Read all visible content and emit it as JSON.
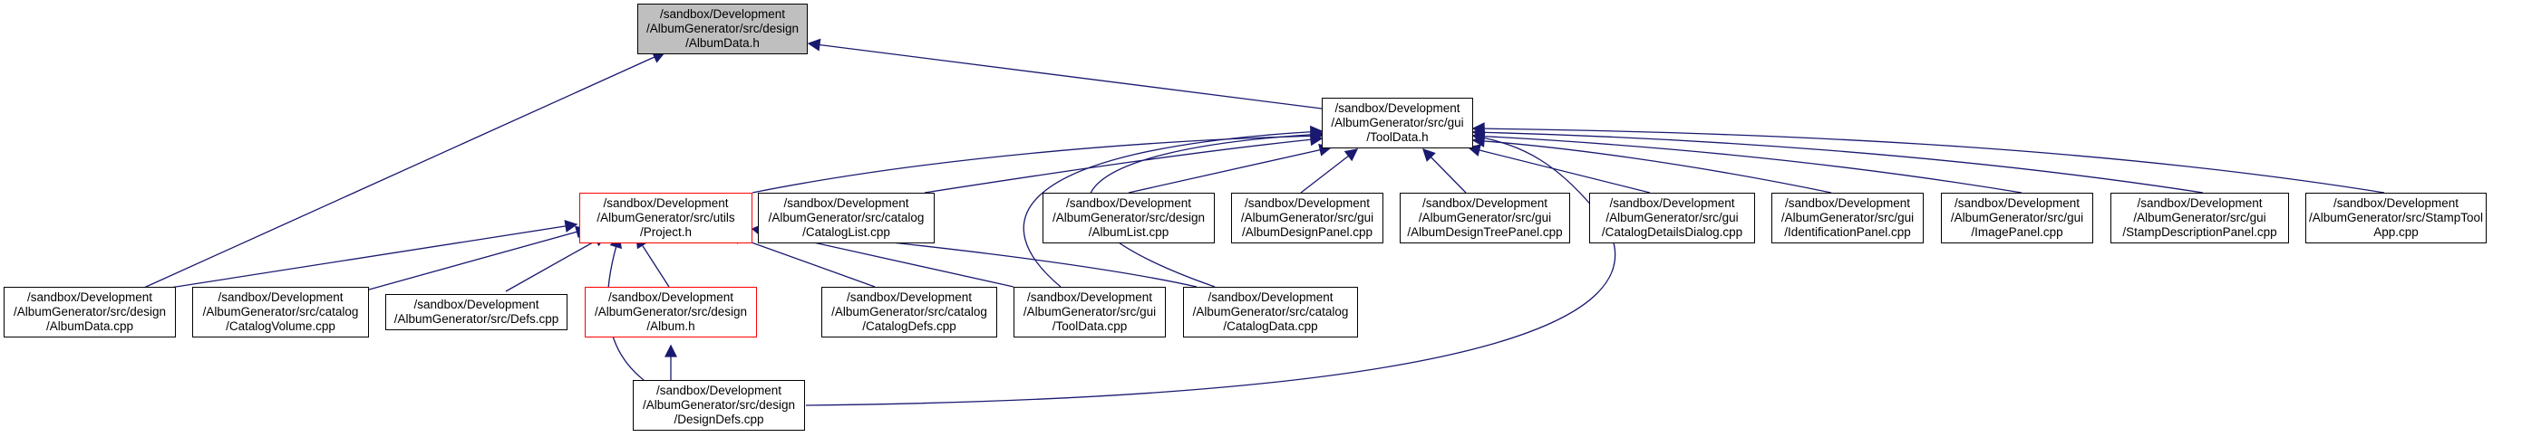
{
  "colors": {
    "edge": "#191970",
    "border": "#000000",
    "highlight_border": "#ff0000",
    "root_fill": "#bfbfbf"
  },
  "nodes": [
    {
      "id": "n-albumdata-h",
      "lines": [
        "/sandbox/Development",
        "/AlbumGenerator/src/design",
        "/AlbumData.h"
      ]
    },
    {
      "id": "n-gui-tooldata-h",
      "lines": [
        "/sandbox/Development",
        "/AlbumGenerator/src/gui",
        "/ToolData.h"
      ]
    },
    {
      "id": "n-utils-project-h",
      "lines": [
        "/sandbox/Development",
        "/AlbumGenerator/src/utils",
        "/Project.h"
      ]
    },
    {
      "id": "n-cataloglist-cpp",
      "lines": [
        "/sandbox/Development",
        "/AlbumGenerator/src/catalog",
        "/CatalogList.cpp"
      ]
    },
    {
      "id": "n-albumlist-cpp",
      "lines": [
        "/sandbox/Development",
        "/AlbumGenerator/src/design",
        "/AlbumList.cpp"
      ]
    },
    {
      "id": "n-albumdesignpanel-cpp",
      "lines": [
        "/sandbox/Development",
        "/AlbumGenerator/src/gui",
        "/AlbumDesignPanel.cpp"
      ]
    },
    {
      "id": "n-albumdesigntreepanel-cpp",
      "lines": [
        "/sandbox/Development",
        "/AlbumGenerator/src/gui",
        "/AlbumDesignTreePanel.cpp"
      ]
    },
    {
      "id": "n-catalogdetailsdialog-cpp",
      "lines": [
        "/sandbox/Development",
        "/AlbumGenerator/src/gui",
        "/CatalogDetailsDialog.cpp"
      ]
    },
    {
      "id": "n-identificationpanel-cpp",
      "lines": [
        "/sandbox/Development",
        "/AlbumGenerator/src/gui",
        "/IdentificationPanel.cpp"
      ]
    },
    {
      "id": "n-imagepanel-cpp",
      "lines": [
        "/sandbox/Development",
        "/AlbumGenerator/src/gui",
        "/ImagePanel.cpp"
      ]
    },
    {
      "id": "n-stampdescriptionpanel-cpp",
      "lines": [
        "/sandbox/Development",
        "/AlbumGenerator/src/gui",
        "/StampDescriptionPanel.cpp"
      ]
    },
    {
      "id": "n-stamptoolapp-cpp",
      "lines": [
        "/sandbox/Development",
        "/AlbumGenerator/src/StampTool",
        "App.cpp"
      ]
    },
    {
      "id": "n-albumdata-cpp",
      "lines": [
        "/sandbox/Development",
        "/AlbumGenerator/src/design",
        "/AlbumData.cpp"
      ]
    },
    {
      "id": "n-catalogvolume-cpp",
      "lines": [
        "/sandbox/Development",
        "/AlbumGenerator/src/catalog",
        "/CatalogVolume.cpp"
      ]
    },
    {
      "id": "n-defs-cpp",
      "lines": [
        "/sandbox/Development",
        "/AlbumGenerator/src/Defs.cpp"
      ]
    },
    {
      "id": "n-album-h",
      "lines": [
        "/sandbox/Development",
        "/AlbumGenerator/src/design",
        "/Album.h"
      ]
    },
    {
      "id": "n-catalogdefs-cpp",
      "lines": [
        "/sandbox/Development",
        "/AlbumGenerator/src/catalog",
        "/CatalogDefs.cpp"
      ]
    },
    {
      "id": "n-gui-tooldata-cpp",
      "lines": [
        "/sandbox/Development",
        "/AlbumGenerator/src/gui",
        "/ToolData.cpp"
      ]
    },
    {
      "id": "n-catalogdata-cpp",
      "lines": [
        "/sandbox/Development",
        "/AlbumGenerator/src/catalog",
        "/CatalogData.cpp"
      ]
    },
    {
      "id": "n-designdefs-cpp",
      "lines": [
        "/sandbox/Development",
        "/AlbumGenerator/src/design",
        "/DesignDefs.cpp"
      ]
    }
  ]
}
